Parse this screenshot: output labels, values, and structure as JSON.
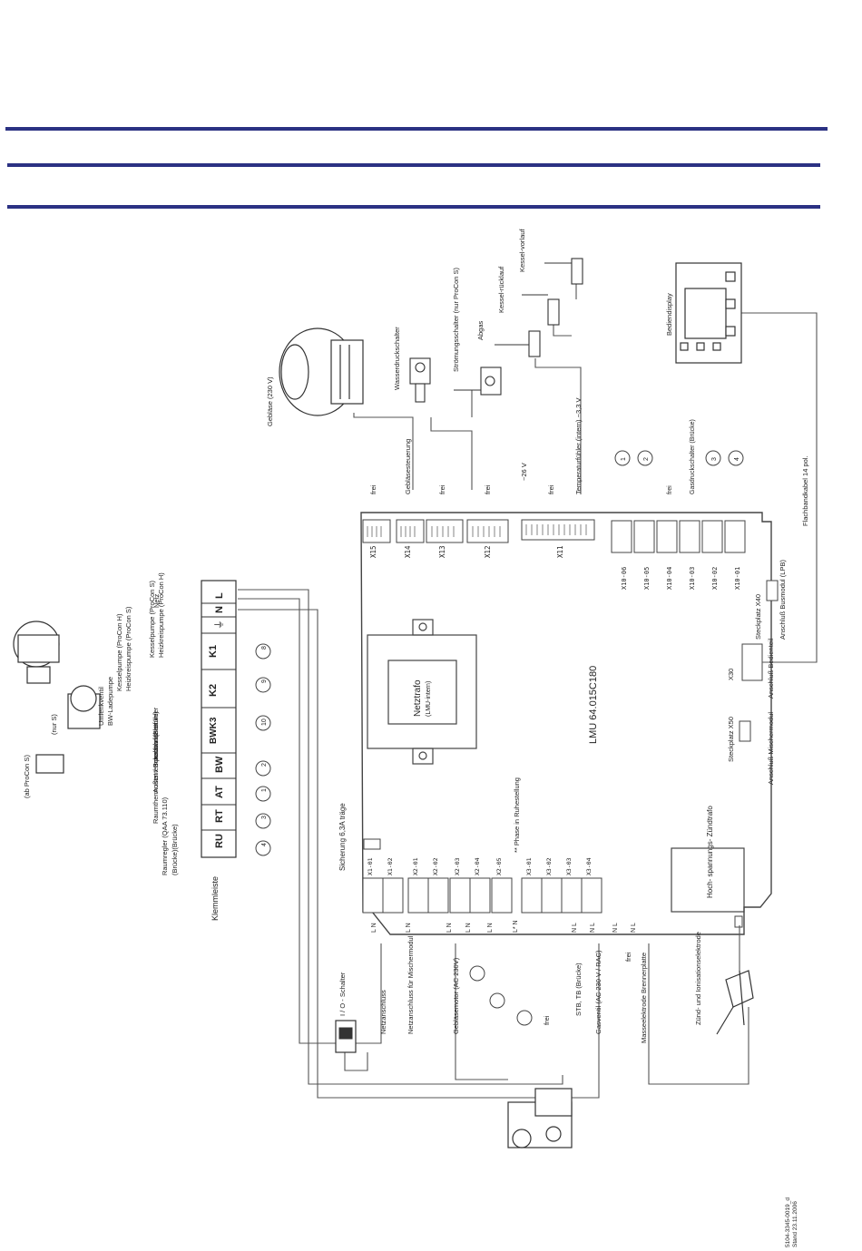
{
  "colors": {
    "rule": "#2b3183",
    "ink": "#333333",
    "wire": "#555555"
  },
  "board": {
    "name": "LMU 64.015C180",
    "transformer": "Netztrafo",
    "transformer_sub": "(LMU-intern)",
    "fuse": "Sicherung 6,3A träge",
    "phase_note": "** Phase in Ruhestellung",
    "ignition_box": "Hoch-\nspannungs-\nZündtrafo"
  },
  "top_connectors": [
    {
      "id": "X15",
      "label": "frei"
    },
    {
      "id": "X14",
      "label": "Gebläsesteuerung"
    },
    {
      "id": "X13",
      "label": "frei"
    },
    {
      "id": "X12",
      "label": "frei"
    },
    {
      "id": "X11",
      "label": "~26 V"
    },
    {
      "id": "X11b",
      "label": "frei"
    },
    {
      "id": "X11c",
      "label": "Temperaturfühler (intern) ~3,3 V"
    }
  ],
  "x10": [
    {
      "id": "X10-06",
      "label": "1"
    },
    {
      "id": "X10-05",
      "label": "2"
    },
    {
      "id": "X10-04",
      "label": "frei"
    },
    {
      "id": "X10-03",
      "label": "Gasdruckschalter (Brücke)"
    },
    {
      "id": "X10-02",
      "label": "3"
    },
    {
      "id": "X10-01",
      "label": "4"
    }
  ],
  "plugs": [
    {
      "slot": "Steckplatz X40",
      "desc": "Anschluß Busmodul (LPB)"
    },
    {
      "slot": "X30",
      "desc": "Anschluß Bedienteil"
    },
    {
      "slot": "Steckplatz X50",
      "desc": "Anschluß Mischermodul"
    }
  ],
  "bottom_connectors": [
    {
      "id": "X1-01",
      "pins": "L N"
    },
    {
      "id": "X1-02",
      "pins": "L N"
    },
    {
      "id": "X2-01",
      "pins": "L N"
    },
    {
      "id": "X2-02",
      "pins": "L N"
    },
    {
      "id": "X2-03",
      "pins": "L N"
    },
    {
      "id": "X2-04",
      "pins": "L* N"
    },
    {
      "id": "X2-05",
      "pins": "L N"
    },
    {
      "id": "X3-01",
      "pins": "N L"
    },
    {
      "id": "X3-02",
      "pins": "N L"
    },
    {
      "id": "X3-03",
      "pins": "N L"
    },
    {
      "id": "X3-04",
      "pins": "N L"
    }
  ],
  "bottom_labels": [
    "Netzanschluss",
    "Netzanschluss für Mischermodul",
    "Gebläsemotor (AC 230V)",
    "frei",
    "STB, TB (Brücke)",
    "Gasventil (AC 230 V / RAC)",
    "frei",
    "Masseelektrode Brennerplatte"
  ],
  "switch_label": "I / O - Schalter",
  "ignition_label": "Zünd- und Ionisationselektrode",
  "terminal_strip": {
    "title": "Klemmleiste",
    "blocks": [
      "RU",
      "RT",
      "AT",
      "BW",
      "BWK3",
      "K2",
      "K1",
      "⏚",
      "N",
      "L"
    ],
    "labels": [
      "Raumregler (QAA 73.110)",
      "(Brücke)(Brücke)",
      "Raumthermostat / Schaltuhr (Brücke)",
      "Außentemperaturfühler",
      "Brauchwasserfühler",
      "BW-Ladepumpe",
      "Umlenkventil",
      "Kesselpumpe (ProCon H)",
      "Heizkreispumpe (ProCon S)",
      "Kesselpumpe (ProCon S)",
      "Heizkreispumpe (ProCon H)",
      "Netz"
    ],
    "numbers": [
      "4",
      "3",
      "1",
      "2",
      "10",
      "9",
      "8"
    ]
  },
  "components": {
    "fan": "Gebläse (230 V)",
    "water_pressure": "Wasserdruckschalter",
    "flow_switch": "Strömungsschalter (nur ProCon S)",
    "exhaust": "Abgas",
    "return": "Kessel-rücklauf",
    "flow": "Kessel-vorlauf",
    "display": "Bediendisplay",
    "ribbon": "Flachbandkabel 14 pol.",
    "pump_note": "(nur S)",
    "bw_note": "(ab ProCon S)"
  },
  "footer": {
    "code": "5104-3345-0019_d",
    "date": "Stand 23.11.2006"
  }
}
